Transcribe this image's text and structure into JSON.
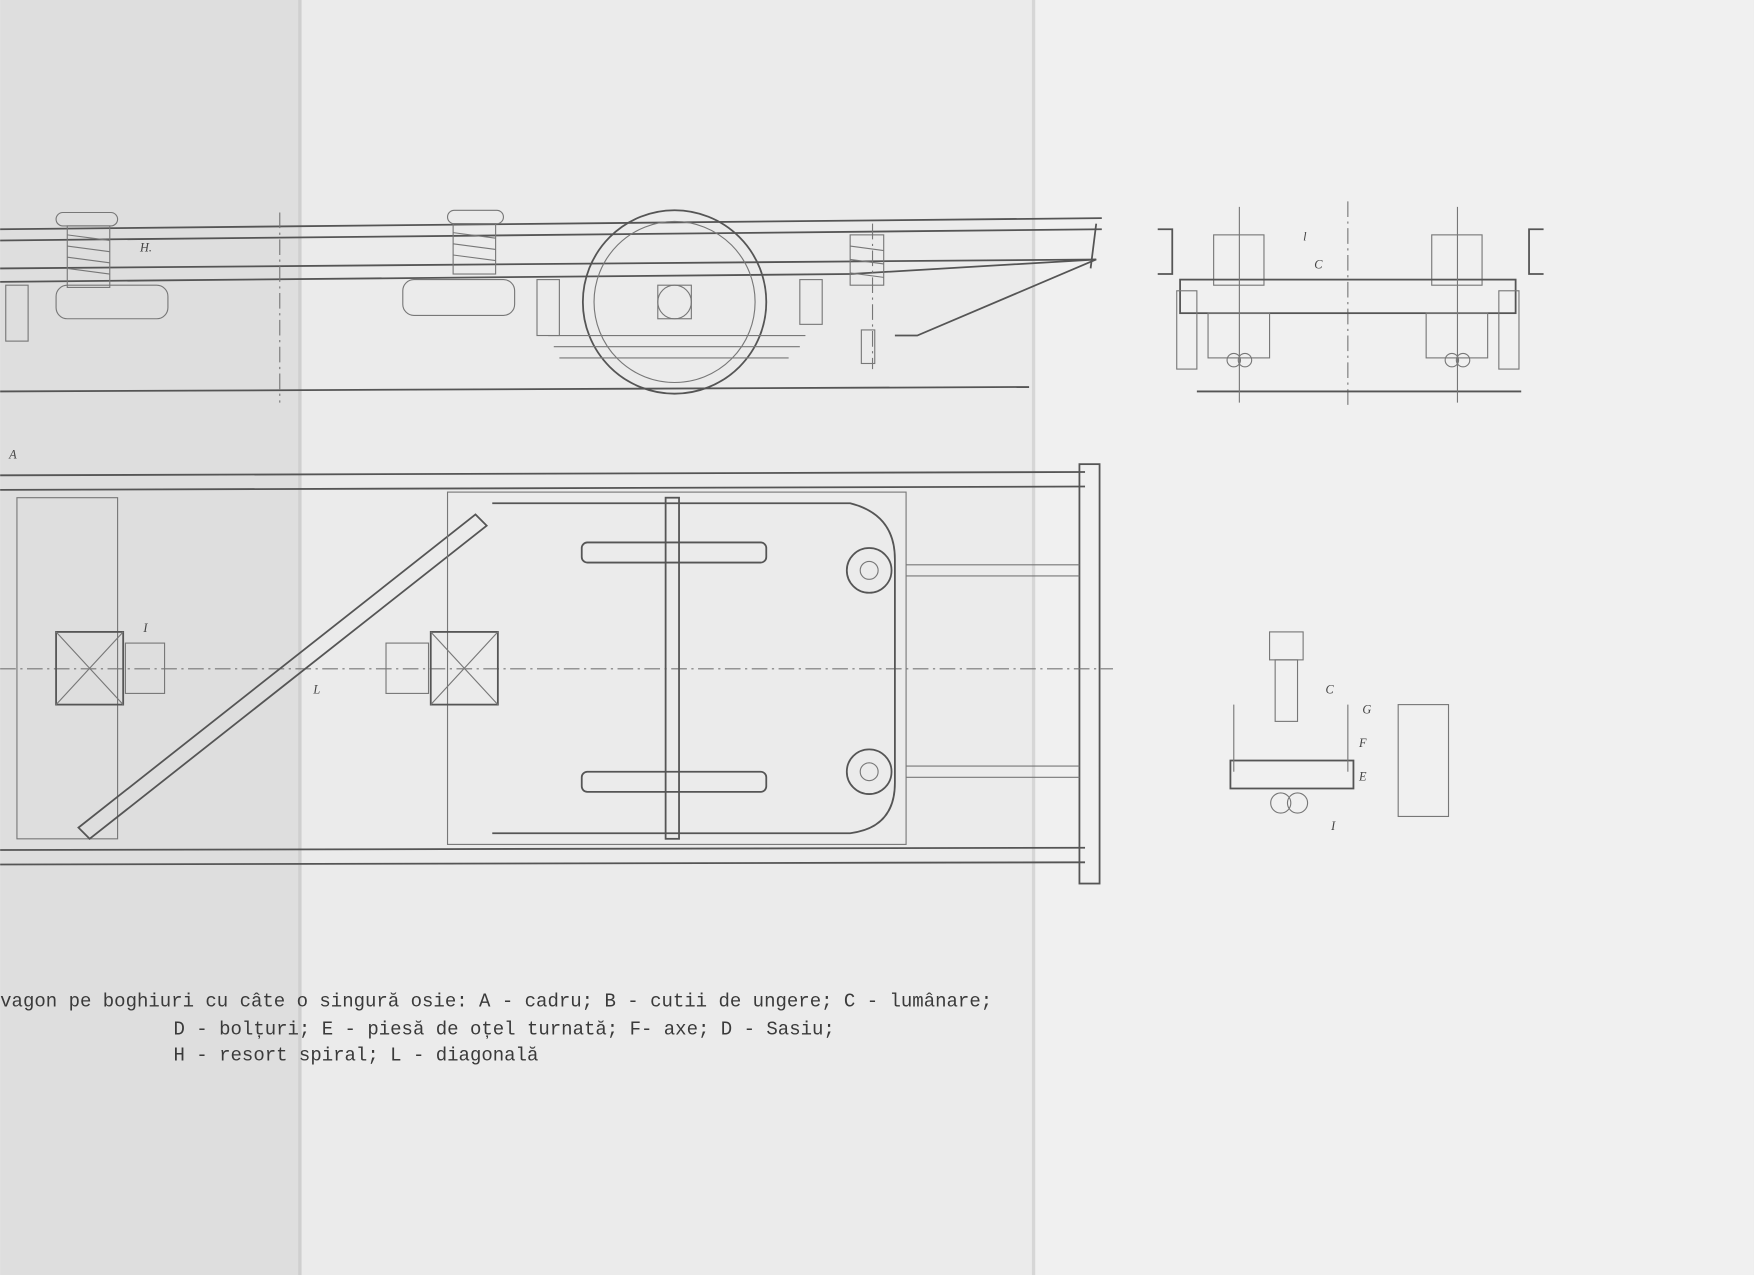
{
  "document": {
    "caption": {
      "line1": "vagon pe boghiuri cu câte o singură osie: A - cadru; B - cutii de ungere; C - lumânare;",
      "line2": "D - bolțuri; E - piesă de oțel turnată; F- axe; D - Sasiu;",
      "line3": "H - resort spiral; L - diagonală"
    },
    "drawing_labels": {
      "side_view_spring": "H.",
      "plan_view": "A",
      "plan_pivot": "I",
      "plan_diagonal": "L",
      "end_view_top": "l",
      "end_view_c": "C",
      "detail_c": "C",
      "detail_g": "G",
      "detail_f": "F",
      "detail_e": "E",
      "detail_i": "I"
    }
  }
}
